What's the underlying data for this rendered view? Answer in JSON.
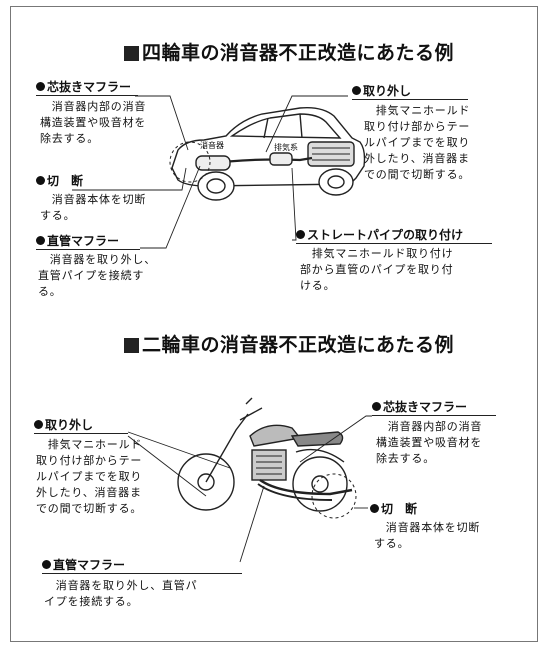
{
  "car_section": {
    "title": "四輪車の消音器不正改造にあたる例",
    "items": {
      "core_removed": {
        "label": "芯抜きマフラー",
        "lines": [
          "　消音器内部の消音",
          "構造装置や吸音材を",
          "除去する。"
        ]
      },
      "cut": {
        "label": "切　断",
        "lines": [
          "　消音器本体を切断",
          "する。"
        ]
      },
      "straight": {
        "label": "直管マフラー",
        "lines": [
          "　消音器を取り外し、",
          "直管パイプを接続す",
          "る。"
        ]
      },
      "removal": {
        "label": "取り外し",
        "lines": [
          "　排気マニホールド",
          "取り付け部からテー",
          "ルパイプまでを取り",
          "外したり、消音器ま",
          "での間で切断する。"
        ]
      },
      "straight_pipe": {
        "label": "ストレートパイプの取り付け",
        "lines": [
          "　排気マニホールド取り付け",
          "部から直管のパイプを取り付",
          "ける。"
        ]
      }
    },
    "illustration_labels": {
      "muffler": "消音器",
      "exhaust": "排気系"
    }
  },
  "bike_section": {
    "title": "二輪車の消音器不正改造にあたる例",
    "items": {
      "removal": {
        "label": "取り外し",
        "lines": [
          "　排気マニホールド",
          "取り付け部からテー",
          "ルパイプまでを取り",
          "外したり、消音器ま",
          "での間で切断する。"
        ]
      },
      "core_removed": {
        "label": "芯抜きマフラー",
        "lines": [
          "　消音器内部の消音",
          "構造装置や吸音材を",
          "除去する。"
        ]
      },
      "cut": {
        "label": "切　断",
        "lines": [
          "　消音器本体を切断",
          "する。"
        ]
      },
      "straight": {
        "label": "直管マフラー",
        "lines": [
          "　消音器を取り外し、直管パ",
          "イプを接続する。"
        ]
      }
    }
  },
  "icons": {
    "section_marker": "black-square-icon",
    "item_marker": "black-dot-icon"
  }
}
